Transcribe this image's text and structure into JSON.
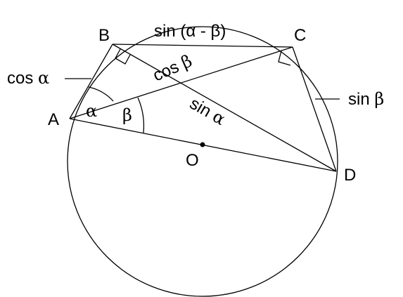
{
  "diagram": {
    "points": {
      "A": "A",
      "B": "B",
      "C": "C",
      "D": "D",
      "O": "O"
    },
    "segments": {
      "BC": "sin (α - β)",
      "AB_prefix": "cos ",
      "AB_greek": "α",
      "BD_prefix": "cos ",
      "BD_greek": "β",
      "AC_prefix": "sin ",
      "AC_greek": "α",
      "CD_prefix": "sin ",
      "CD_greek": "β"
    },
    "angles": {
      "alpha": "α",
      "beta": "β"
    },
    "stroke_color": "#000000",
    "background_color": "#ffffff"
  }
}
